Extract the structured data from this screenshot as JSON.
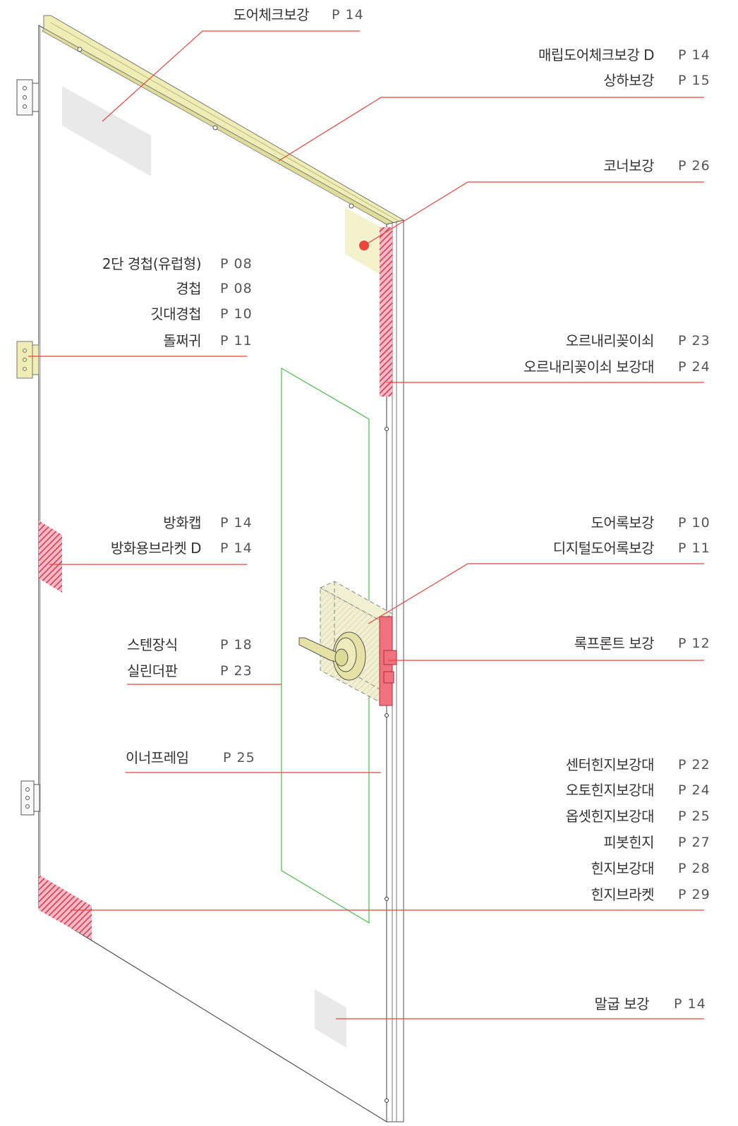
{
  "colors": {
    "leader": "#e8453c",
    "inner_frame": "#4cbf4a",
    "reinforce_yellow": "#e9e6a8",
    "reinforce_red": "#d8354f",
    "plate_gray": "#e8e8e8"
  },
  "labels": {
    "door_check": {
      "name": "도어체크보강",
      "page": "P 14"
    },
    "flush_door_check": {
      "name": "매립도어체크보강 D",
      "page": "P 14"
    },
    "top_bottom": {
      "name": "상하보강",
      "page": "P 15"
    },
    "corner": {
      "name": "코너보강",
      "page": "P 26"
    },
    "hinge_2stage": {
      "name": "2단 경첩(유럽형)",
      "page": "P 08"
    },
    "hinge": {
      "name": "경첩",
      "page": "P 08"
    },
    "flag_hinge": {
      "name": "깃대경첩",
      "page": "P 10"
    },
    "pintle": {
      "name": "돌쩌귀",
      "page": "P 11"
    },
    "flush_bolt": {
      "name": "오르내리꽂이쇠",
      "page": "P 23"
    },
    "flush_bolt_reinforce": {
      "name": "오르내리꽂이쇠 보강대",
      "page": "P 24"
    },
    "fire_cap": {
      "name": "방화캡",
      "page": "P 14"
    },
    "fire_bracket": {
      "name": "방화용브라켓 D",
      "page": "P 14"
    },
    "door_lock": {
      "name": "도어록보강",
      "page": "P 10"
    },
    "digital_lock": {
      "name": "디지털도어록보강",
      "page": "P 11"
    },
    "lock_front": {
      "name": "록프론트 보강",
      "page": "P 12"
    },
    "steel_deco": {
      "name": "스텐장식",
      "page": "P 18"
    },
    "cylinder_plate": {
      "name": "실린더판",
      "page": "P 23"
    },
    "inner_frame": {
      "name": "이너프레임",
      "page": "P 25"
    },
    "center_hinge": {
      "name": "센터힌지보강대",
      "page": "P 22"
    },
    "auto_hinge": {
      "name": "오토힌지보강대",
      "page": "P 24"
    },
    "offset_hinge": {
      "name": "옵셋힌지보강대",
      "page": "P 25"
    },
    "pivot_hinge": {
      "name": "피봇힌지",
      "page": "P 27"
    },
    "hinge_reinforce": {
      "name": "힌지보강대",
      "page": "P 28"
    },
    "hinge_bracket": {
      "name": "힌지브라켓",
      "page": "P 29"
    },
    "bending": {
      "name": "말굽 보강",
      "page": "P 14"
    }
  }
}
